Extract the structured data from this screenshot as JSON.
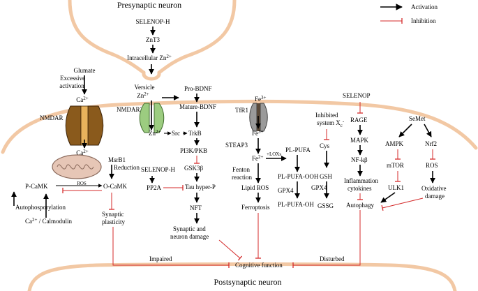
{
  "legend": {
    "activation": "Activation",
    "inhibition": "Inhibition",
    "colors": {
      "activation": "#000000",
      "inhibition": "#d42a2a"
    }
  },
  "regions": {
    "presynaptic": "Presynaptic neuron",
    "postsynaptic": "Postsynaptic neuron"
  },
  "colors": {
    "membrane": "#f2c8a4",
    "nmdar": "#8a5a1c",
    "nmdar2a": "#9ccc80",
    "tfr1": "#9a9a9a",
    "mito": "#e6c6b6"
  },
  "channels": {
    "nmdar": "NMDAR",
    "nmdar2a": "NMDAR2A",
    "tfr1": "TfR1"
  },
  "nodes": {
    "selenop_h_top": "SELENOP-H",
    "znt3": "ZnT3",
    "intracellular_zn": "Intracellular Zn",
    "intracellular_zn_sup": "2+",
    "glumate": "Glumate",
    "excessive": "Excessive",
    "activation_word": "activation",
    "ca_top": "Ca",
    "ca_top_sup": "2+",
    "ca_mid": "Ca",
    "ca_mid_sup": "2+",
    "versicle": "Versicle",
    "zn_vesicle": "Zn",
    "zn_vesicle_sup": "2+",
    "pro_bdnf": "Pro-BDNF",
    "mature_bdnf": "Mature-BDNF",
    "zn_post": "Zn",
    "zn_post_sup": "2+",
    "src": "Src",
    "trkb": "TrkB",
    "pi3k": "PI3K/PKB",
    "gsk3b": "GSK3β",
    "selenop_h_mid": "SELENOP-H",
    "pp2a": "PP2A",
    "tau": "Tau hyper-P",
    "nft": "NFT",
    "synaptic_damage_1": "Synaptic and",
    "synaptic_damage_2": "neuron damage",
    "msrb1": "MsrB1",
    "reduction": "Reduction",
    "p_camk": "P-CaMK",
    "ros_small": "ROS",
    "o_camk": "O-CaMK",
    "autophos": "Autophosporylation",
    "ca_calmodulin": "Ca",
    "ca_calmodulin_sup": "2+",
    "ca_calmodulin_rest": " / Calmodulin",
    "synaptic_plasticity_1": "Synaptic",
    "synaptic_plasticity_2": "plasticity",
    "fe_top": "Fe",
    "fe_top_sup": "3+",
    "fe3": "Fe",
    "fe3_sup": "3+",
    "steap3": "STEAP3",
    "fe2": "Fe",
    "fe2_sup": "2+",
    "loxs": "+LOXs",
    "pl_pufa": "PL-PUFA",
    "fenton_1": "Fenton",
    "fenton_2": "reaction",
    "pl_pufa_ooh": "PL-PUFA-OOH",
    "gpx4_a": "GPX4",
    "lipid_ros": "Lipid ROS",
    "pl_pufa_oh": "PL-PUFA-OH",
    "ferroptosis": "Ferroptosis",
    "inhibited_1": "Inhibited",
    "inhibited_2": "system X",
    "inhibited_sub": "c",
    "inhibited_sup": "-",
    "cys": "Cys",
    "gsh": "GSH",
    "gpx4_b": "GPX4",
    "gssg": "GSSG",
    "selenop_right": "SELENOP",
    "rage": "RAGE",
    "mapk": "MAPK",
    "nfkb": "NF-kβ",
    "inflam_1": "Inflammation",
    "inflam_2": "cytokines",
    "autophagy": "Autophagy",
    "semet": "SeMet",
    "ampk": "AMPK",
    "nrf2": "Nrf2",
    "mtor": "mTOR",
    "ros_right": "ROS",
    "ulk1": "ULK1",
    "oxidative_1": "Oxidative",
    "oxidative_2": "damage",
    "impaired": "Impaired",
    "cognitive": "Cognitive function",
    "disturbed": "Disturbed"
  }
}
